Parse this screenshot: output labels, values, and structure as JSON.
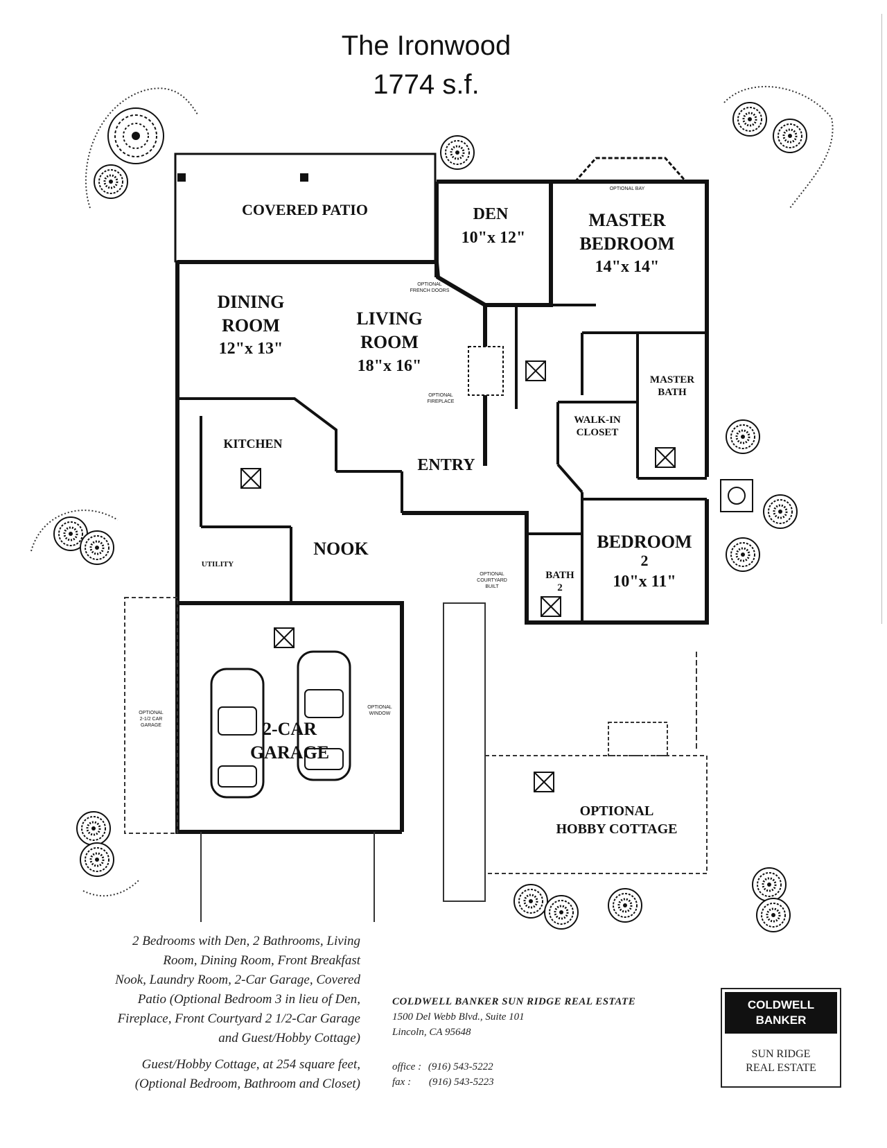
{
  "title": {
    "name": "The Ironwood",
    "size": "1774 s.f."
  },
  "rooms": {
    "covered_patio": "COVERED PATIO",
    "den": "DEN",
    "den_size": "10\"x 12\"",
    "master_bedroom_1": "MASTER",
    "master_bedroom_2": "BEDROOM",
    "master_bedroom_size": "14\"x 14\"",
    "dining_1": "DINING",
    "dining_2": "ROOM",
    "dining_size": "12\"x 13\"",
    "living_1": "LIVING",
    "living_2": "ROOM",
    "living_size": "18\"x 16\"",
    "kitchen": "KITCHEN",
    "entry": "ENTRY",
    "nook": "NOOK",
    "walkin_1": "WALK-IN",
    "walkin_2": "CLOSET",
    "master_bath_1": "MASTER",
    "master_bath_2": "BATH",
    "bedroom2_1": "BEDROOM",
    "bedroom2_2": "2",
    "bedroom2_size": "10\"x 11\"",
    "bath2_1": "BATH",
    "bath2_2": "2",
    "utility": "UTILITY",
    "garage_1": "2-CAR",
    "garage_2": "GARAGE",
    "hobby_1": "OPTIONAL",
    "hobby_2": "HOBBY COTTAGE"
  },
  "notes": {
    "optional_bay": "OPTIONAL BAY",
    "french_doors_1": "OPTIONAL",
    "french_doors_2": "FRENCH DOORS",
    "fireplace_1": "OPTIONAL",
    "fireplace_2": "FIREPLACE",
    "courtyard_1": "OPTIONAL",
    "courtyard_2": "COURTYARD",
    "courtyard_3": "BUILT",
    "garage_opt_1": "OPTIONAL",
    "garage_opt_2": "2-1/2 CAR",
    "garage_opt_3": "GARAGE",
    "window_1": "OPTIONAL",
    "window_2": "WINDOW"
  },
  "description": {
    "line1": "2 Bedrooms with Den, 2 Bathrooms, Living",
    "line2": "Room, Dining Room, Front Breakfast",
    "line3": "Nook, Laundry Room, 2-Car Garage, Covered",
    "line4": "Patio (Optional Bedroom 3 in lieu of Den,",
    "line5": "Fireplace, Front Courtyard 2 1/2-Car Garage",
    "line6": "and Guest/Hobby Cottage)",
    "line7": "Guest/Hobby Cottage, at 254 square feet,",
    "line8": "(Optional Bedroom, Bathroom and Closet)"
  },
  "office": {
    "company": "COLDWELL BANKER SUN RIDGE REAL ESTATE",
    "address1": "1500 Del Webb Blvd., Suite 101",
    "address2": "Lincoln, CA 95648",
    "phone_label": "office :",
    "phone": "(916) 543-5222",
    "fax_label": "fax :",
    "fax": "(916) 543-5223"
  },
  "logo": {
    "line1": "COLDWELL",
    "line2": "BANKER",
    "sub1": "SUN RIDGE",
    "sub2": "REAL ESTATE"
  }
}
